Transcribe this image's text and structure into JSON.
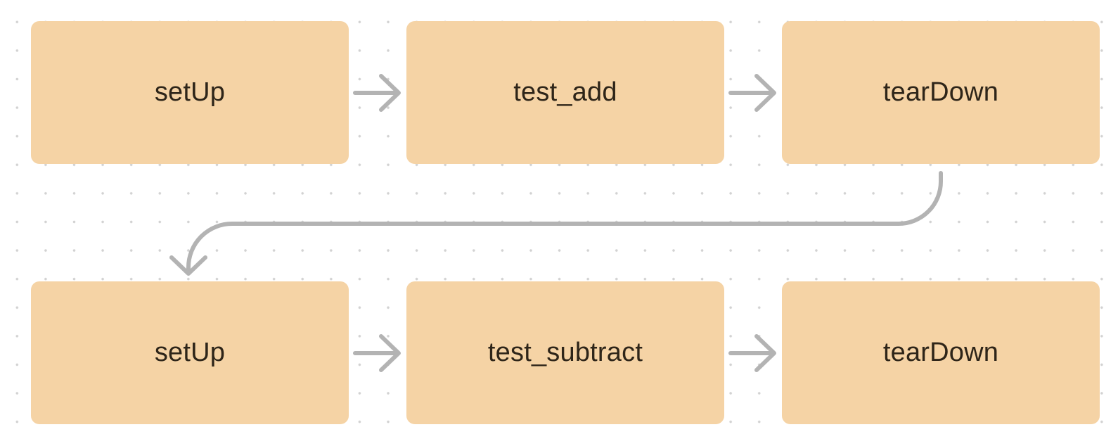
{
  "colors": {
    "node_fill": "#f5d3a5",
    "node_text": "#2e2519",
    "edge": "#b3b3b3",
    "grid_dot": "#d2d2d2"
  },
  "nodes": [
    {
      "id": "setup-1",
      "label": "setUp"
    },
    {
      "id": "test-add",
      "label": "test_add"
    },
    {
      "id": "teardown-1",
      "label": "tearDown"
    },
    {
      "id": "setup-2",
      "label": "setUp"
    },
    {
      "id": "test-subtract",
      "label": "test_subtract"
    },
    {
      "id": "teardown-2",
      "label": "tearDown"
    }
  ],
  "edges": [
    {
      "from": "setup-1",
      "to": "test-add"
    },
    {
      "from": "test-add",
      "to": "teardown-1"
    },
    {
      "from": "teardown-1",
      "to": "setup-2"
    },
    {
      "from": "setup-2",
      "to": "test-subtract"
    },
    {
      "from": "test-subtract",
      "to": "teardown-2"
    }
  ]
}
